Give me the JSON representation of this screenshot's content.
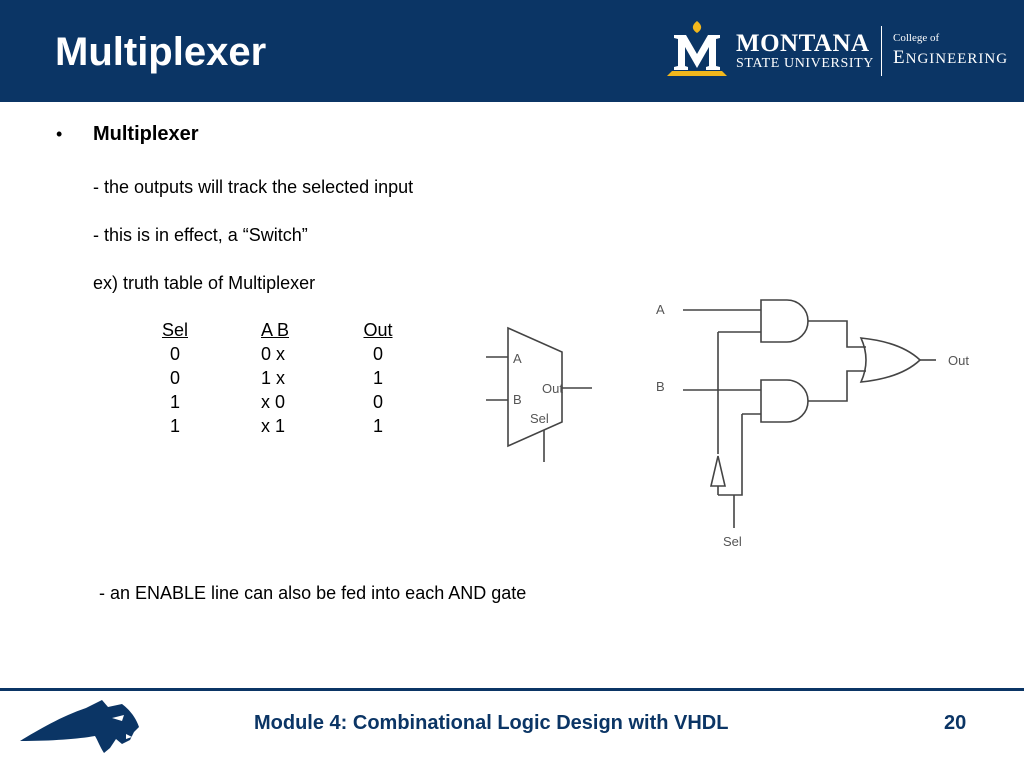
{
  "slide": {
    "title": "Multiplexer",
    "bullet_char": "•",
    "heading": "Multiplexer",
    "lines": [
      "- the outputs will track the selected input",
      "- this is in effect, a “Switch”",
      "ex) truth table of Multiplexer"
    ],
    "note": "- an ENABLE line can also be fed into each AND gate"
  },
  "logo": {
    "line1": "MONTANA",
    "line2": "STATE UNIVERSITY",
    "college_of": "College of",
    "engineering_first": "E",
    "engineering_rest": "NGINEERING"
  },
  "truth_table": {
    "headers": [
      "Sel ",
      "A B",
      "Out"
    ],
    "rows": [
      [
        "0",
        "0 x",
        "0"
      ],
      [
        "0",
        "1 x",
        "1"
      ],
      [
        "1",
        "x 0",
        "0"
      ],
      [
        "1",
        "x 1",
        "1"
      ]
    ]
  },
  "diagram": {
    "mux_labels": {
      "a": "A",
      "b": "B",
      "out": "Out",
      "sel": "Sel"
    },
    "gate_labels": {
      "a": "A",
      "b": "B",
      "out": "Out",
      "sel": "Sel"
    }
  },
  "footer": {
    "module": "Module 4: Combinational Logic Design with VHDL",
    "page": "20"
  },
  "colors": {
    "brand_blue": "#0b3565",
    "gold": "#f2b71c"
  }
}
